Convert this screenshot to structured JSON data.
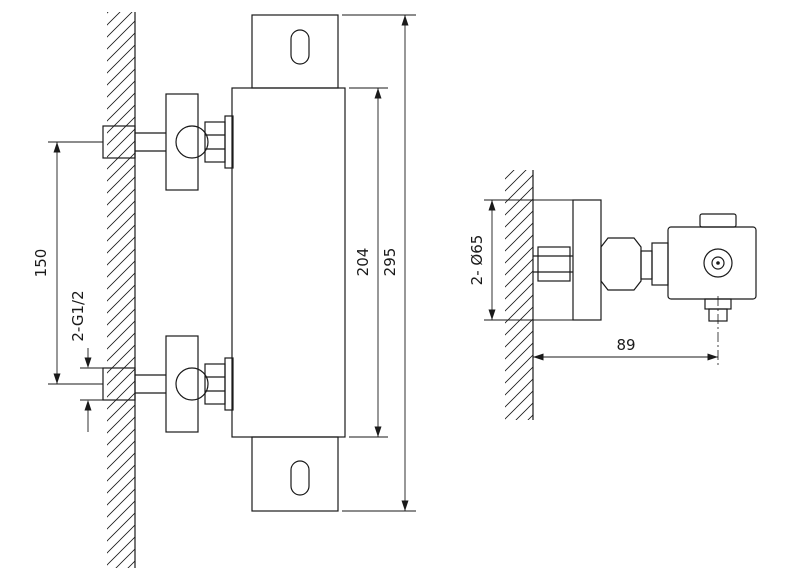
{
  "page": {
    "background_color": "#ffffff",
    "line_color": "#1a1a1a"
  },
  "front_view": {
    "dimensions": {
      "inlet_spacing": "150",
      "inlet_thread": "2-G1/2",
      "body_height": "204",
      "overall_height": "295"
    }
  },
  "side_view": {
    "dimensions": {
      "escutcheon_diameter": "2- Ø65",
      "wall_to_outlet": "89"
    }
  }
}
